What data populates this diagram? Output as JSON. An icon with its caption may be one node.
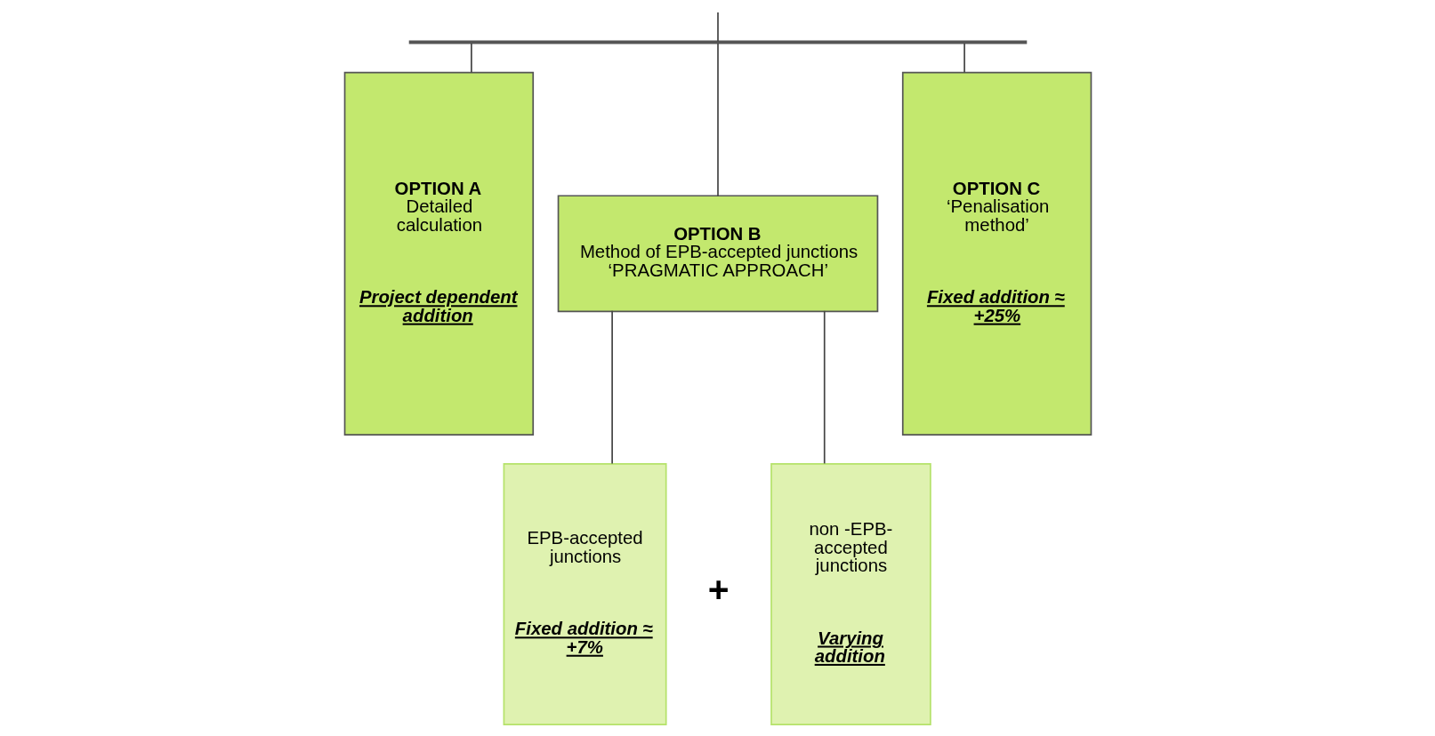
{
  "diagram": {
    "nodes": [
      {
        "text": [],
        "shape": "bar"
      },
      {
        "text": [
          "OPTION A",
          "Detailed calculation",
          "Project dependent addition"
        ]
      },
      {
        "text": [
          "OPTION B",
          "Method of EPB-accepted junctions ‘PRAGMATIC APPROACH’"
        ]
      },
      {
        "text": [
          "EPB-accepted junctions",
          "Fixed addition ≈ +7%"
        ]
      },
      {
        "text": [
          "non -EPB- accepted junctions",
          "Varying addition"
        ]
      },
      {
        "text": [
          "OPTION C",
          "‘Penalisation method’",
          "Fixed addition ≈ +25%"
        ]
      }
    ],
    "edges": [
      {
        "from": null,
        "to": 0,
        "arrow": "none"
      },
      {
        "from": 0,
        "to": 1,
        "arrow": "none"
      },
      {
        "from": 0,
        "to": 2,
        "arrow": "none"
      },
      {
        "from": 0,
        "to": 5,
        "arrow": "none"
      },
      {
        "from": 2,
        "to": 3,
        "arrow": "none"
      },
      {
        "from": 2,
        "to": 4,
        "arrow": "none"
      }
    ],
    "labels": [
      "+"
    ]
  }
}
